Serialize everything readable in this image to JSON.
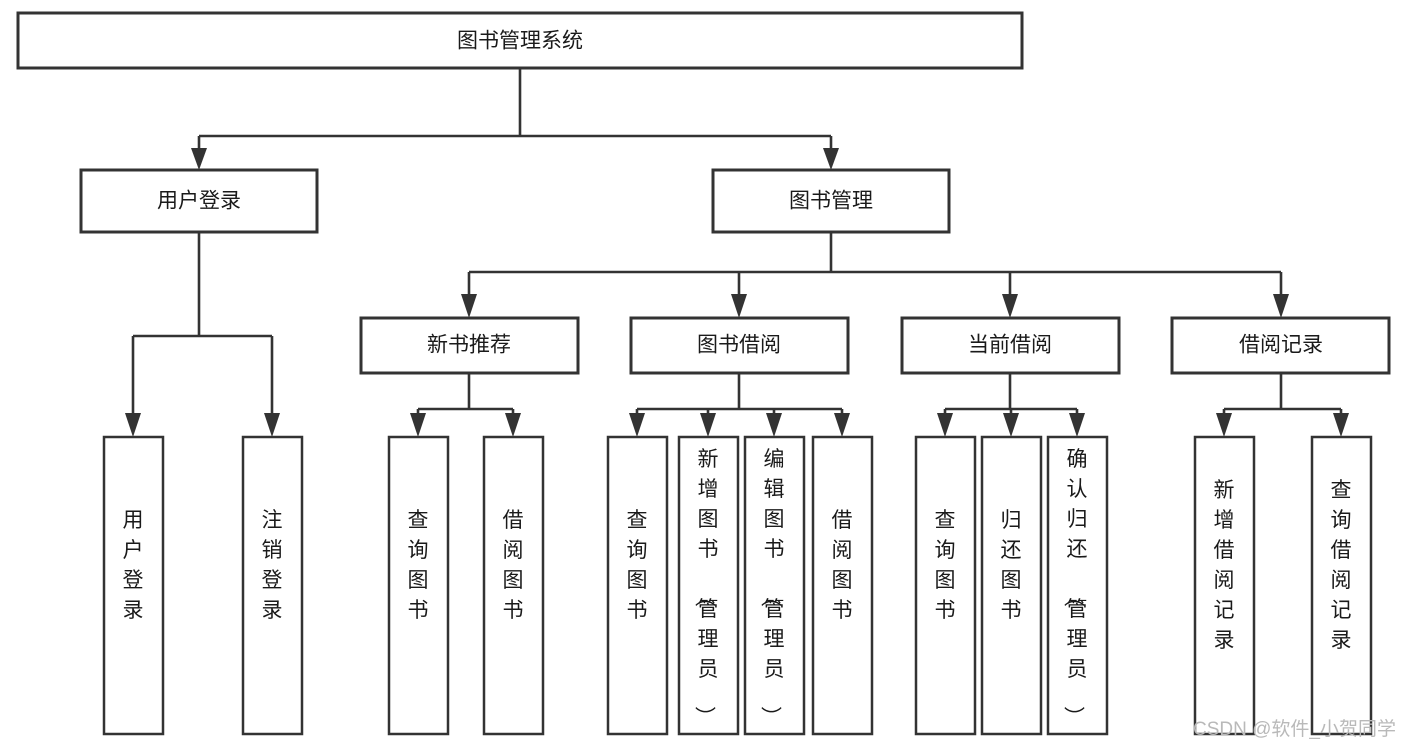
{
  "diagram": {
    "title": "图书管理系统",
    "type": "tree",
    "orientation": "top-down",
    "colors": {
      "box_stroke": "#333333",
      "box_fill": "#ffffff",
      "line": "#333333",
      "text": "#1a1a1a",
      "watermark": "#b9b9b9",
      "background": "#ffffff"
    },
    "root": {
      "label": "图书管理系统"
    },
    "level2": [
      {
        "id": "user-login",
        "label": "用户登录"
      },
      {
        "id": "book-management",
        "label": "图书管理"
      }
    ],
    "level3": [
      {
        "id": "new-book-recommend",
        "label": "新书推荐",
        "parent": "book-management"
      },
      {
        "id": "book-borrow",
        "label": "图书借阅",
        "parent": "book-management"
      },
      {
        "id": "current-borrow",
        "label": "当前借阅",
        "parent": "book-management"
      },
      {
        "id": "borrow-record",
        "label": "借阅记录",
        "parent": "book-management"
      }
    ],
    "leaves": {
      "user-login": [
        {
          "id": "leaf-user-login",
          "label": "用户登录"
        },
        {
          "id": "leaf-logout-login",
          "label": "注销登录"
        }
      ],
      "new-book-recommend": [
        {
          "id": "leaf-query-book-1",
          "label": "查询图书"
        },
        {
          "id": "leaf-borrow-book-1",
          "label": "借阅图书"
        }
      ],
      "book-borrow": [
        {
          "id": "leaf-query-book-2",
          "label": "查询图书"
        },
        {
          "id": "leaf-add-book",
          "label": "新增图书（管理员）"
        },
        {
          "id": "leaf-edit-book",
          "label": "编辑图书（管理员）"
        },
        {
          "id": "leaf-borrow-book-2",
          "label": "借阅图书"
        }
      ],
      "current-borrow": [
        {
          "id": "leaf-query-book-3",
          "label": "查询图书"
        },
        {
          "id": "leaf-return-book",
          "label": "归还图书"
        },
        {
          "id": "leaf-confirm-return",
          "label": "确认归还（管理员）"
        }
      ],
      "borrow-record": [
        {
          "id": "leaf-add-record",
          "label": "新增借阅记录"
        },
        {
          "id": "leaf-query-record",
          "label": "查询借阅记录"
        }
      ]
    }
  },
  "watermark": {
    "text": "CSDN @软件_小贺同学"
  }
}
